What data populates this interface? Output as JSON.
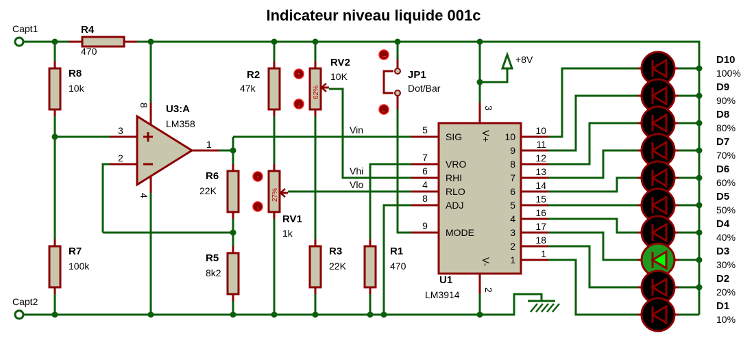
{
  "title": "Indicateur niveau liquide 001c",
  "terminals": {
    "capt1": "Capt1",
    "capt2": "Capt2"
  },
  "components": {
    "r4": {
      "ref": "R4",
      "value": "470"
    },
    "r8": {
      "ref": "R8",
      "value": "10k"
    },
    "r7": {
      "ref": "R7",
      "value": "100k"
    },
    "r6": {
      "ref": "R6",
      "value": "22K"
    },
    "r5": {
      "ref": "R5",
      "value": "8k2"
    },
    "r2": {
      "ref": "R2",
      "value": "47k"
    },
    "r3": {
      "ref": "R3",
      "value": "22K"
    },
    "r1": {
      "ref": "R1",
      "value": "470"
    },
    "rv1": {
      "ref": "RV1",
      "value": "1k",
      "wiper": "27%"
    },
    "rv2": {
      "ref": "RV2",
      "value": "10K",
      "wiper": "62%"
    },
    "jp1": {
      "ref": "JP1",
      "value": "Dot/Bar"
    },
    "u3": {
      "ref": "U3:A",
      "value": "LM358",
      "pins": {
        "in_plus": "3",
        "in_minus": "2",
        "out": "1",
        "vcc": "8",
        "gnd": "4"
      }
    },
    "u1": {
      "ref": "U1",
      "value": "LM3914",
      "left_pins": [
        {
          "name": "SIG",
          "num": "5"
        },
        {
          "name": "VRO",
          "num": "7"
        },
        {
          "name": "RHI",
          "num": "6"
        },
        {
          "name": "RLO",
          "num": "4"
        },
        {
          "name": "ADJ",
          "num": "8"
        },
        {
          "name": "MODE",
          "num": "9"
        }
      ],
      "right_inner": [
        "10",
        "9",
        "8",
        "7",
        "6",
        "5",
        "4",
        "3",
        "2",
        "1"
      ],
      "right_pins": [
        "10",
        "11",
        "12",
        "13",
        "14",
        "15",
        "16",
        "17",
        "18",
        "1"
      ],
      "vplus": {
        "name": "V+",
        "num": "3"
      },
      "vminus": {
        "name": "V-",
        "num": "2"
      }
    }
  },
  "power": "+8V",
  "nets": {
    "vin": "Vin",
    "vhi": "Vhi",
    "vlo": "Vlo"
  },
  "leds": [
    {
      "ref": "D10",
      "label": "100%",
      "lit": false
    },
    {
      "ref": "D9",
      "label": "90%",
      "lit": false
    },
    {
      "ref": "D8",
      "label": "80%",
      "lit": false
    },
    {
      "ref": "D7",
      "label": "70%",
      "lit": false
    },
    {
      "ref": "D6",
      "label": "60%",
      "lit": false
    },
    {
      "ref": "D5",
      "label": "50%",
      "lit": false
    },
    {
      "ref": "D4",
      "label": "40%",
      "lit": false
    },
    {
      "ref": "D3",
      "label": "30%",
      "lit": true
    },
    {
      "ref": "D2",
      "label": "20%",
      "lit": false
    },
    {
      "ref": "D1",
      "label": "10%",
      "lit": false
    }
  ],
  "colors": {
    "wire": "#0b5e0b",
    "pin": "#8b0000",
    "body": "#c9c6ae",
    "led_off": "#000000",
    "led_on": "#1f9a1f",
    "led_on_glyph": "#00ff00"
  }
}
